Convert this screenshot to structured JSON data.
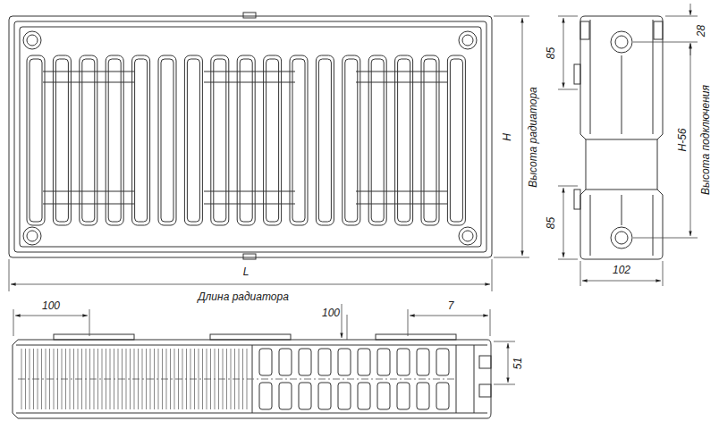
{
  "diagram": {
    "labels": [
      "H",
      "Высота радиатора",
      "L",
      "Длина радиатора",
      "85",
      "28",
      "H-56",
      "Высота подключения",
      "85",
      "102",
      "100",
      "7",
      "100",
      "51"
    ]
  }
}
